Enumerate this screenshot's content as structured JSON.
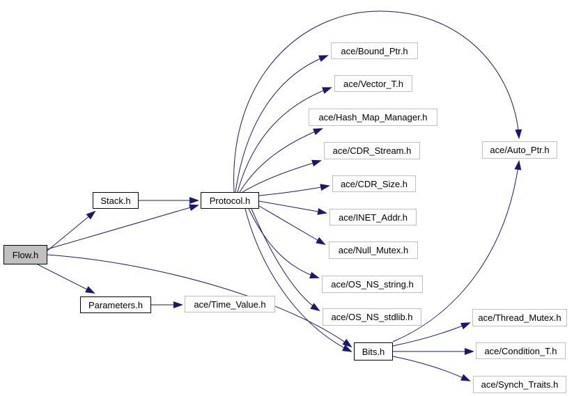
{
  "diagram": {
    "kind": "include-dependency-graph",
    "edge_color": "#191970",
    "root_fill": "#c0c0c0",
    "node_fill": "#ffffff",
    "project_border": "#000000",
    "external_border": "#bfbfbf",
    "nodes": [
      {
        "id": "flow",
        "label": "Flow.h",
        "type": "root"
      },
      {
        "id": "stack",
        "label": "Stack.h",
        "type": "project"
      },
      {
        "id": "protocol",
        "label": "Protocol.h",
        "type": "project"
      },
      {
        "id": "parameters",
        "label": "Parameters.h",
        "type": "project"
      },
      {
        "id": "time-value",
        "label": "ace/Time_Value.h",
        "type": "external"
      },
      {
        "id": "bound-ptr",
        "label": "ace/Bound_Ptr.h",
        "type": "external"
      },
      {
        "id": "vector-t",
        "label": "ace/Vector_T.h",
        "type": "external"
      },
      {
        "id": "hash-map",
        "label": "ace/Hash_Map_Manager.h",
        "type": "external"
      },
      {
        "id": "cdr-stream",
        "label": "ace/CDR_Stream.h",
        "type": "external"
      },
      {
        "id": "cdr-size",
        "label": "ace/CDR_Size.h",
        "type": "external"
      },
      {
        "id": "inet-addr",
        "label": "ace/INET_Addr.h",
        "type": "external"
      },
      {
        "id": "null-mutex",
        "label": "ace/Null_Mutex.h",
        "type": "external"
      },
      {
        "id": "os-ns-string",
        "label": "ace/OS_NS_string.h",
        "type": "external"
      },
      {
        "id": "os-ns-stdlib",
        "label": "ace/OS_NS_stdlib.h",
        "type": "external"
      },
      {
        "id": "bits",
        "label": "Bits.h",
        "type": "project"
      },
      {
        "id": "auto-ptr",
        "label": "ace/Auto_Ptr.h",
        "type": "external"
      },
      {
        "id": "thread-mutex",
        "label": "ace/Thread_Mutex.h",
        "type": "external"
      },
      {
        "id": "condition-t",
        "label": "ace/Condition_T.h",
        "type": "external"
      },
      {
        "id": "synch-traits",
        "label": "ace/Synch_Traits.h",
        "type": "external"
      }
    ],
    "edges": [
      {
        "from": "Flow.h",
        "to": "Stack.h"
      },
      {
        "from": "Flow.h",
        "to": "Protocol.h"
      },
      {
        "from": "Flow.h",
        "to": "Parameters.h"
      },
      {
        "from": "Flow.h",
        "to": "Bits.h"
      },
      {
        "from": "Stack.h",
        "to": "Protocol.h"
      },
      {
        "from": "Protocol.h",
        "to": "ace/Bound_Ptr.h"
      },
      {
        "from": "Protocol.h",
        "to": "ace/Vector_T.h"
      },
      {
        "from": "Protocol.h",
        "to": "ace/Hash_Map_Manager.h"
      },
      {
        "from": "Protocol.h",
        "to": "ace/CDR_Stream.h"
      },
      {
        "from": "Protocol.h",
        "to": "ace/CDR_Size.h"
      },
      {
        "from": "Protocol.h",
        "to": "ace/INET_Addr.h"
      },
      {
        "from": "Protocol.h",
        "to": "ace/Null_Mutex.h"
      },
      {
        "from": "Protocol.h",
        "to": "ace/OS_NS_string.h"
      },
      {
        "from": "Protocol.h",
        "to": "ace/OS_NS_stdlib.h"
      },
      {
        "from": "Protocol.h",
        "to": "ace/Auto_Ptr.h"
      },
      {
        "from": "Protocol.h",
        "to": "Bits.h"
      },
      {
        "from": "Parameters.h",
        "to": "ace/Time_Value.h"
      },
      {
        "from": "Bits.h",
        "to": "ace/Auto_Ptr.h"
      },
      {
        "from": "Bits.h",
        "to": "ace/Thread_Mutex.h"
      },
      {
        "from": "Bits.h",
        "to": "ace/Condition_T.h"
      },
      {
        "from": "Bits.h",
        "to": "ace/Synch_Traits.h"
      }
    ]
  }
}
